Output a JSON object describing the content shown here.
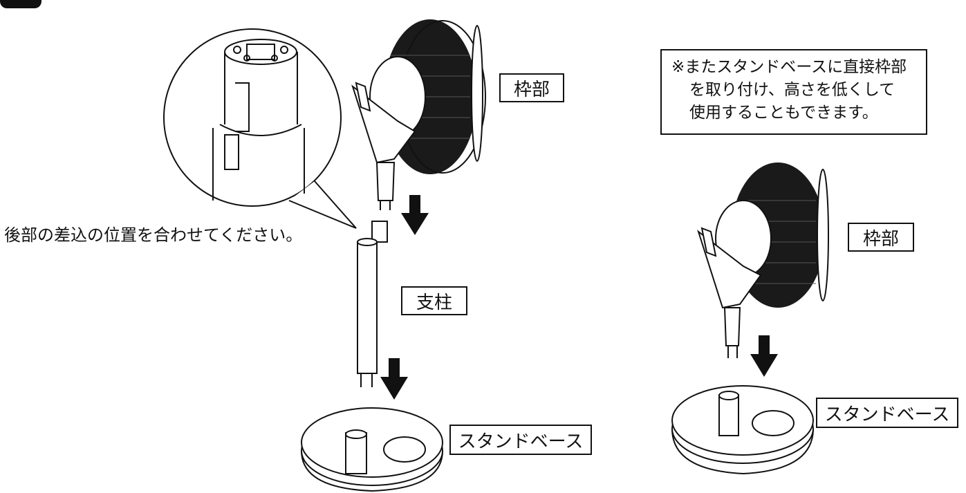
{
  "labels": {
    "frame_left": "枠部",
    "pole": "支柱",
    "stand_base_left": "スタンドベース",
    "frame_right": "枠部",
    "stand_base_right": "スタンドベース"
  },
  "instruction": "後部の差込の位置を合わせてください。",
  "note": {
    "lines": [
      "※またスタンドベースに直接枠部",
      "を取り付け、高さを低くして",
      "使用することもできます。"
    ]
  },
  "colors": {
    "ink": "#111111",
    "fan_dark": "#1a1a1a",
    "background": "#ffffff"
  },
  "icons": [
    "down-arrow-icon"
  ]
}
